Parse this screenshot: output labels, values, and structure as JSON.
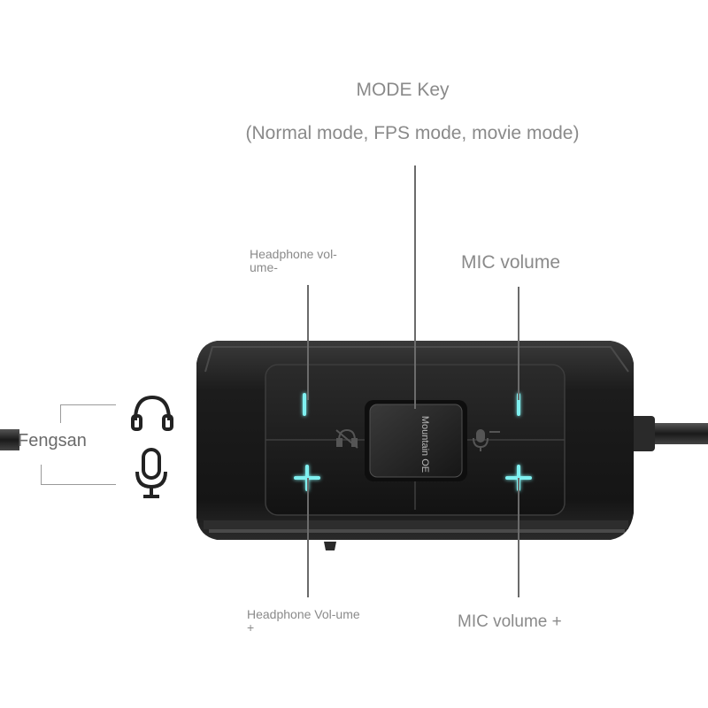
{
  "annotations": {
    "mode_key_title": "MODE Key",
    "mode_key_modes": "(Normal mode, FPS mode, movie mode)",
    "headphone_volume_minus": "Headphone vol-ume-",
    "mic_volume_minus": "MIC volume",
    "headphone_volume_plus": "Headphone Vol-ume +",
    "mic_volume_plus": "MIC volume +"
  },
  "device": {
    "mode_button_text": "Mountain OE",
    "brand_text": "Fengsan",
    "headphone_minus_symbol": "−",
    "headphone_plus_symbol": "+",
    "mic_minus_symbol": "−",
    "mic_plus_symbol": "+",
    "button_glow_color": "#7ff0f0",
    "body_color": "#1a1a1a"
  },
  "icons": {
    "legend_top": "headphones-icon",
    "legend_bottom": "microphone-icon",
    "panel_left": "headphone-mute-icon",
    "panel_right": "mic-mute-icon"
  }
}
